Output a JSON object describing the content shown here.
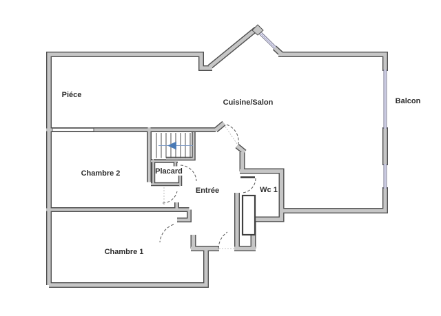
{
  "floor_plan": {
    "colors": {
      "wall-edge": "#4f4f4f",
      "wall-fill": "#c6c6c6",
      "window-color": "#a6a6cc",
      "stairs-arrow": "#4a7ab5",
      "label-color": "#2b2b2b",
      "background": "#ffffff"
    },
    "rooms": [
      {
        "id": "piece",
        "label": "Piéce"
      },
      {
        "id": "cuisine-salon",
        "label": "Cuisine/Salon"
      },
      {
        "id": "balcon",
        "label": "Balcon"
      },
      {
        "id": "chambre-2",
        "label": "Chambre 2"
      },
      {
        "id": "placard",
        "label": "Placard"
      },
      {
        "id": "entree",
        "label": "Entrée"
      },
      {
        "id": "wc-1",
        "label": "Wc 1"
      },
      {
        "id": "chambre-1",
        "label": "Chambre 1"
      }
    ],
    "features": {
      "stairs": "staircase with direction arrow",
      "doors": "dashed quarter-circle swings",
      "windows": "thin double lines on balcony wall and roof diagonal"
    }
  }
}
